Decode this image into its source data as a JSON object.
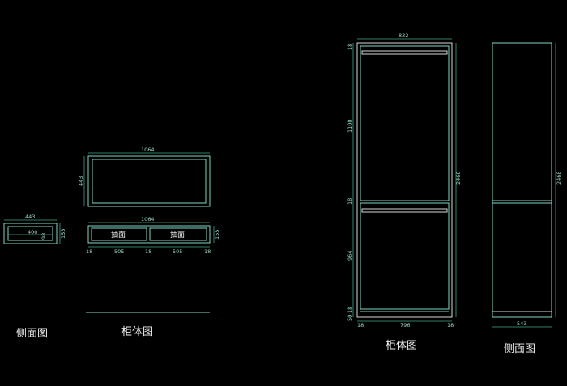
{
  "labels": {
    "left_side_view": "侧面图",
    "left_cabinet_view": "柜体图",
    "right_cabinet_view": "柜体图",
    "right_side_view": "侧面图",
    "drawer_left": "抽面",
    "drawer_right": "抽面"
  },
  "dims": {
    "small_width": "443",
    "small_inner": "400",
    "small_inner_h": "98",
    "small_height": "155",
    "top_width": "1064",
    "top_height": "443",
    "drawer_width": "1064",
    "drawer_height": "155",
    "bot_18a": "18",
    "bot_505a": "505",
    "bot_18b": "18",
    "bot_505b": "505",
    "bot_18c": "18",
    "wardrobe_width": "832",
    "w_top18": "18",
    "w_1100": "1100",
    "w_mid18": "18",
    "w_964": "964",
    "w_50": "50",
    "w_18low": "18",
    "w_total": "2468",
    "w_bot18a": "18",
    "w_796": "796",
    "w_bot18b": "18",
    "side_total": "2468",
    "side_width": "543"
  }
}
